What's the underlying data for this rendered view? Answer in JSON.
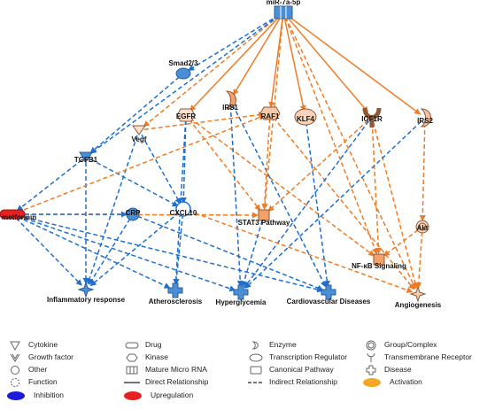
{
  "colors": {
    "inhibition": "#1f6fd1",
    "activation": "#f07b25",
    "upregulation": "#e8201f",
    "node_blue": "#4a8fd6",
    "node_orange": "#f6c7a8"
  },
  "nodes": {
    "mir7a": {
      "label": "miR-7a-5p",
      "icon": "mature-micro-rna-icon"
    },
    "smad": {
      "label": "Smad2/3",
      "icon": "transcription-regulator-icon"
    },
    "vegf": {
      "label": "Vegf",
      "icon": "growth-factor-icon"
    },
    "egfr": {
      "label": "EGFR",
      "icon": "kinase-icon"
    },
    "irs1": {
      "label": "IRS1",
      "icon": "enzyme-icon"
    },
    "raf1": {
      "label": "RAF1",
      "icon": "kinase-icon"
    },
    "klf4": {
      "label": "KLF4",
      "icon": "transcription-regulator-icon"
    },
    "igf1r": {
      "label": "IGF1R",
      "icon": "transmembrane-receptor-icon"
    },
    "irs2": {
      "label": "IRS2",
      "icon": "enzyme-icon"
    },
    "tgfb1": {
      "label": "TGFB1",
      "icon": "growth-factor-icon"
    },
    "metformin": {
      "label": "metformin",
      "icon": "drug-icon"
    },
    "crp": {
      "label": "CRP",
      "icon": "other-icon"
    },
    "cxcl10": {
      "label": "CXCL10",
      "icon": "cytokine-icon"
    },
    "stat3": {
      "label": "STAT3 Pathway",
      "icon": "canonical-pathway-icon"
    },
    "akt": {
      "label": "Akt",
      "icon": "group-icon"
    },
    "nfkb": {
      "label": "NF-κB Signaling",
      "icon": "canonical-pathway-icon"
    },
    "inflam": {
      "label": "Inflammatory response",
      "icon": "function-icon"
    },
    "athero": {
      "label": "Atherosclerosis",
      "icon": "disease-icon"
    },
    "hyper": {
      "label": "Hyperglycemia",
      "icon": "disease-icon"
    },
    "cvd": {
      "label": "Cardiovascular Diseases",
      "icon": "disease-icon"
    },
    "angio": {
      "label": "Angiogenesis",
      "icon": "function-icon"
    }
  },
  "legend": {
    "cytokine": "Cytokine",
    "growth_factor": "Growth factor",
    "other": "Other",
    "function": "Function",
    "inhibition": "Inhibition",
    "drug": "Drug",
    "kinase": "Kinase",
    "mirna": "Mature Micro RNA",
    "direct": "Direct Relationship",
    "upregulation": "Upregulation",
    "enzyme": "Enzyme",
    "transcription_regulator": "Transcription Regulator",
    "canonical_pathway": "Canonical Pathway",
    "indirect": "Indirect Relationship",
    "group_complex": "Group/Complex",
    "transmembrane_receptor": "Transmembrane Receptor",
    "disease": "Disease",
    "activation": "Activation"
  }
}
